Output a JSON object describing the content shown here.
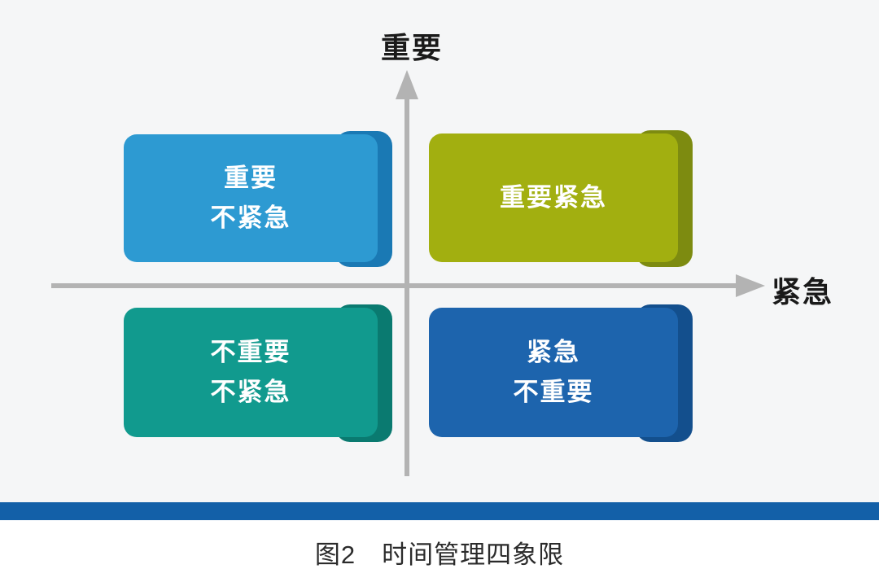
{
  "colors": {
    "page_bg": "#ffffff",
    "canvas_bg": "#f5f6f7",
    "axis": "#b3b3b3",
    "divider_bar": "#1360a8",
    "axis_label_text": "#1a1a1a",
    "card_text": "#ffffff",
    "caption_text": "#2b2b2b"
  },
  "diagram": {
    "title_implicit": "时间管理四象限",
    "y_axis_label": "重要",
    "x_axis_label": "紧急",
    "quadrants": [
      {
        "position": "top-left",
        "lines": [
          "重要",
          "不紧急"
        ],
        "fill_color": "#2d9ad2",
        "edge_color": "#1a79b4"
      },
      {
        "position": "top-right",
        "lines": [
          "重要紧急"
        ],
        "fill_color": "#a2af10",
        "edge_color": "#7d8b10"
      },
      {
        "position": "bottom-left",
        "lines": [
          "不重要",
          "不紧急"
        ],
        "fill_color": "#119a8e",
        "edge_color": "#0a7a70"
      },
      {
        "position": "bottom-right",
        "lines": [
          "紧急",
          "不重要"
        ],
        "fill_color": "#1d64ad",
        "edge_color": "#134f8d"
      }
    ]
  },
  "footer": {
    "caption": "图2　时间管理四象限"
  }
}
